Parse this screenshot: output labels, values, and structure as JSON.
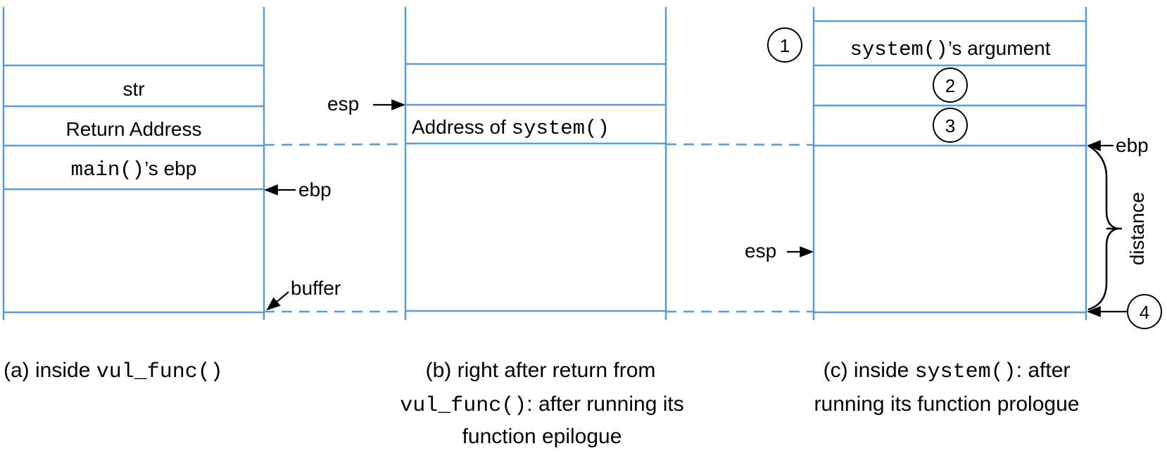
{
  "colors": {
    "stack_line": "#5b9bd5",
    "text": "#000000"
  },
  "panel_a": {
    "cells": {
      "str": "str",
      "return_address": "Return Address",
      "main_ebp_code": "main()",
      "main_ebp_suffix": "’s ebp"
    },
    "pointers": {
      "ebp": "ebp",
      "buffer": "buffer"
    },
    "caption": {
      "prefix": "(a) inside ",
      "code": "vul_func()"
    }
  },
  "panel_b": {
    "cells": {
      "addr_prefix": "Address of ",
      "addr_code": "system()"
    },
    "pointers": {
      "esp": "esp"
    },
    "caption": {
      "line1": "(b) right after return from",
      "line2_code": "vul_func()",
      "line2_text": ": after running its",
      "line3": "function epilogue"
    }
  },
  "panel_c": {
    "cells": {
      "arg_code": "system()",
      "arg_suffix": "’s argument"
    },
    "markers": {
      "m1": "1",
      "m2": "2",
      "m3": "3",
      "m4": "4"
    },
    "pointers": {
      "ebp": "ebp",
      "esp": "esp",
      "distance": "distance"
    },
    "caption": {
      "line1_prefix": "(c) inside ",
      "line1_code": "system()",
      "line1_suffix": ": after",
      "line2": "running its function prologue"
    }
  }
}
